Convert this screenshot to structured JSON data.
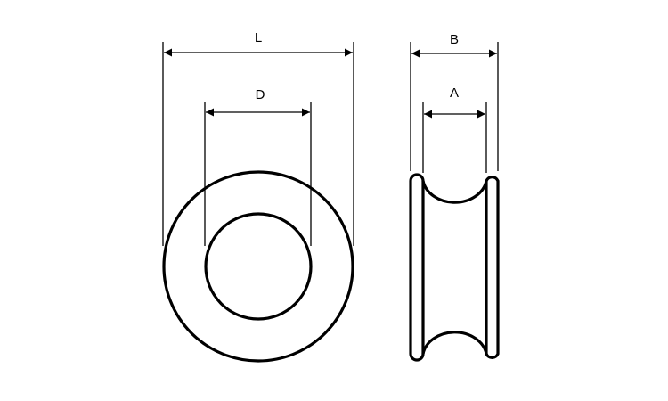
{
  "labels": {
    "L": "L",
    "D": "D",
    "B": "B",
    "A": "A"
  },
  "colors": {
    "stroke": "#000000",
    "background": "#ffffff"
  }
}
